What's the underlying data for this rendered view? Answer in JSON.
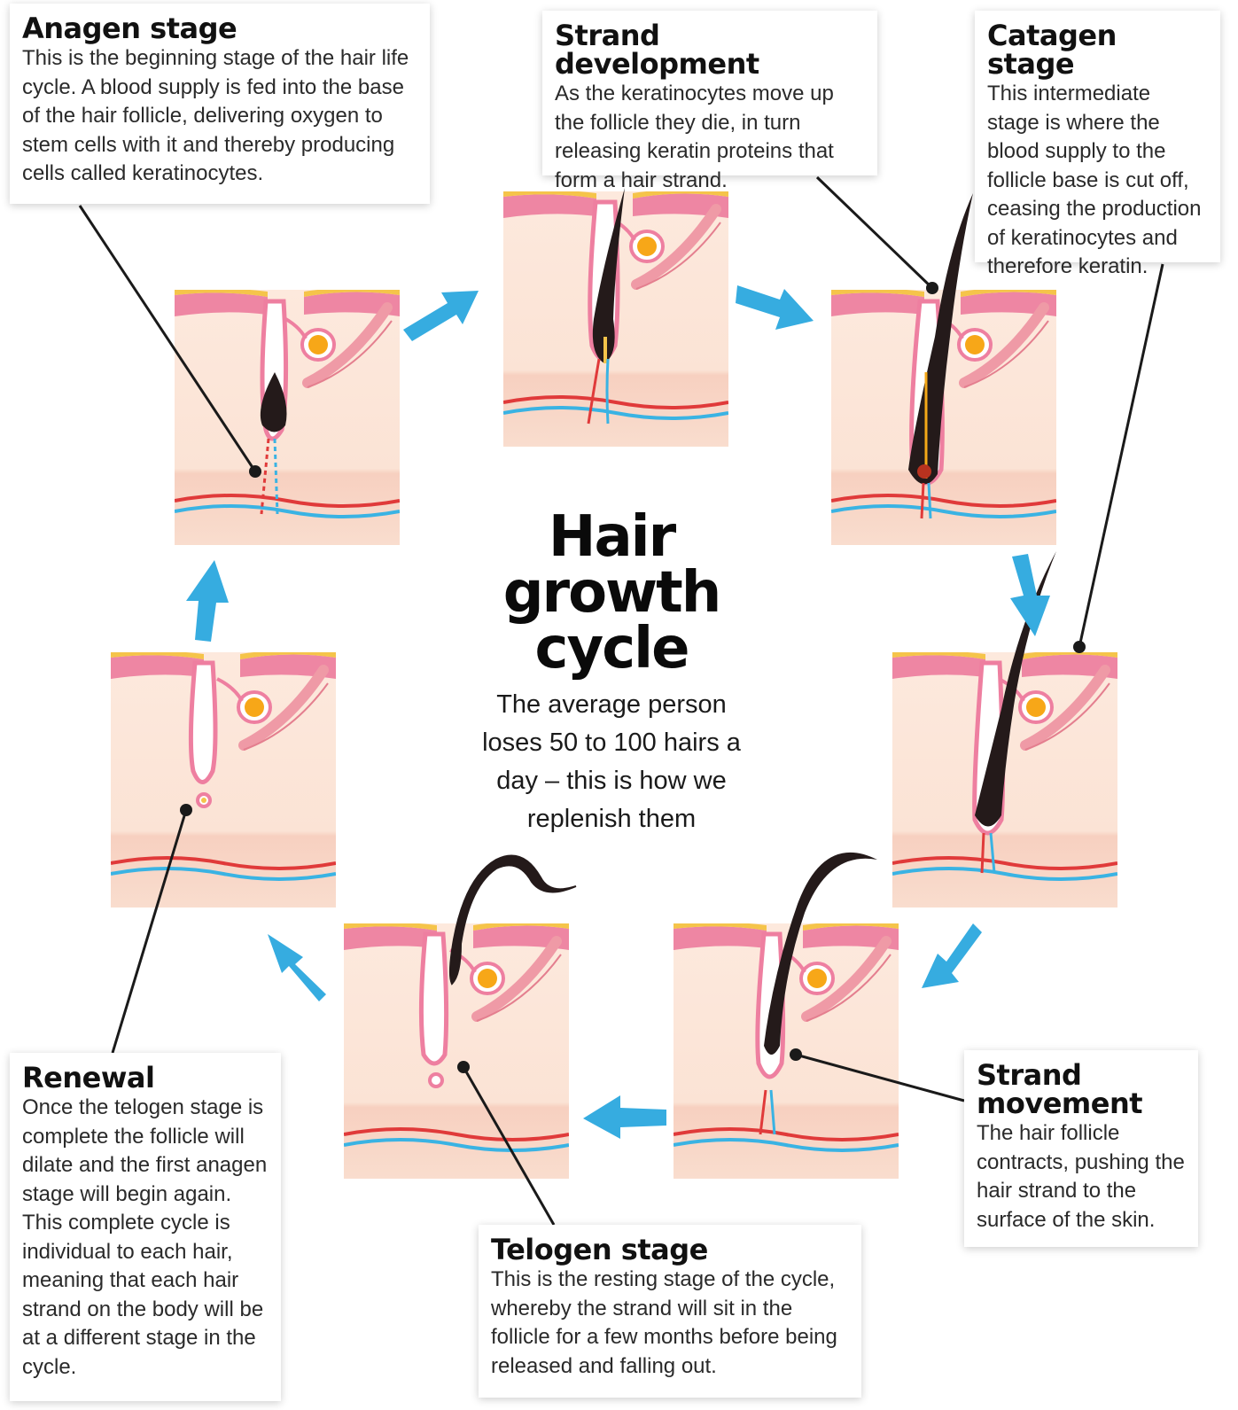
{
  "title": "Hair growth cycle",
  "subtitle": "The average person loses 50 to 100 hairs a day – this is how we replenish them",
  "stages": {
    "anagen": {
      "heading": "Anagen stage",
      "text": "This is the beginning stage of the hair life cycle. A blood supply is fed into the base of the hair follicle, delivering oxygen to stem cells with it and thereby producing cells called keratinocytes."
    },
    "strand_development": {
      "heading": "Strand development",
      "text": "As the keratinocytes move up the follicle they die, in turn releasing keratin proteins that form a hair strand."
    },
    "catagen": {
      "heading": "Catagen stage",
      "text": "This intermediate stage is where the blood supply to the follicle base is cut off, ceasing the production of keratinocytes and therefore keratin."
    },
    "strand_movement": {
      "heading": "Strand movement",
      "text": "The hair follicle contracts, pushing the hair strand to the surface of the skin."
    },
    "telogen": {
      "heading": "Telogen stage",
      "text": "This is the resting stage of the cycle, whereby the strand will sit in the follicle for a few months before being released and falling out."
    },
    "renewal": {
      "heading": "Renewal",
      "text": "Once the telogen stage is complete the follicle will dilate and the first anagen stage will begin again. This complete cycle is individual to each hair, meaning that each hair strand on the body will be at a different stage in the cycle."
    }
  },
  "colors": {
    "skin": "#fbe6d8",
    "skin_top": "#f0a7b8",
    "follicle": "#ee7fa0",
    "fat": "#f5c948",
    "gland": "#f7a718",
    "hair": "#241a1a",
    "artery": "#e03a3a",
    "vein": "#3ab3e3",
    "arrow": "#36ace0"
  }
}
